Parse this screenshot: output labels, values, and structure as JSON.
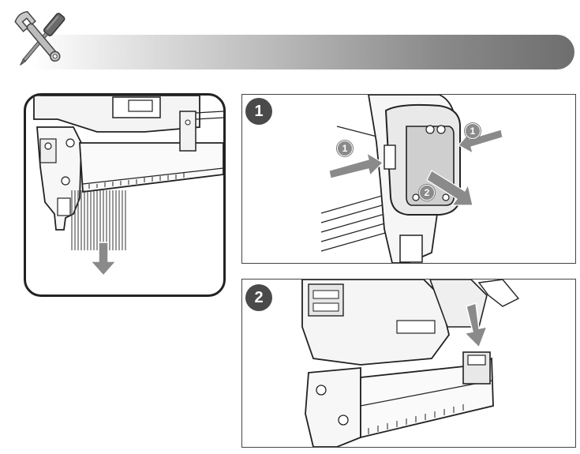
{
  "steps": [
    {
      "number": "1",
      "callouts": [
        "1",
        "1",
        "2"
      ]
    },
    {
      "number": "2"
    }
  ],
  "icons": {
    "header": "wrench-screwdriver-icon"
  }
}
